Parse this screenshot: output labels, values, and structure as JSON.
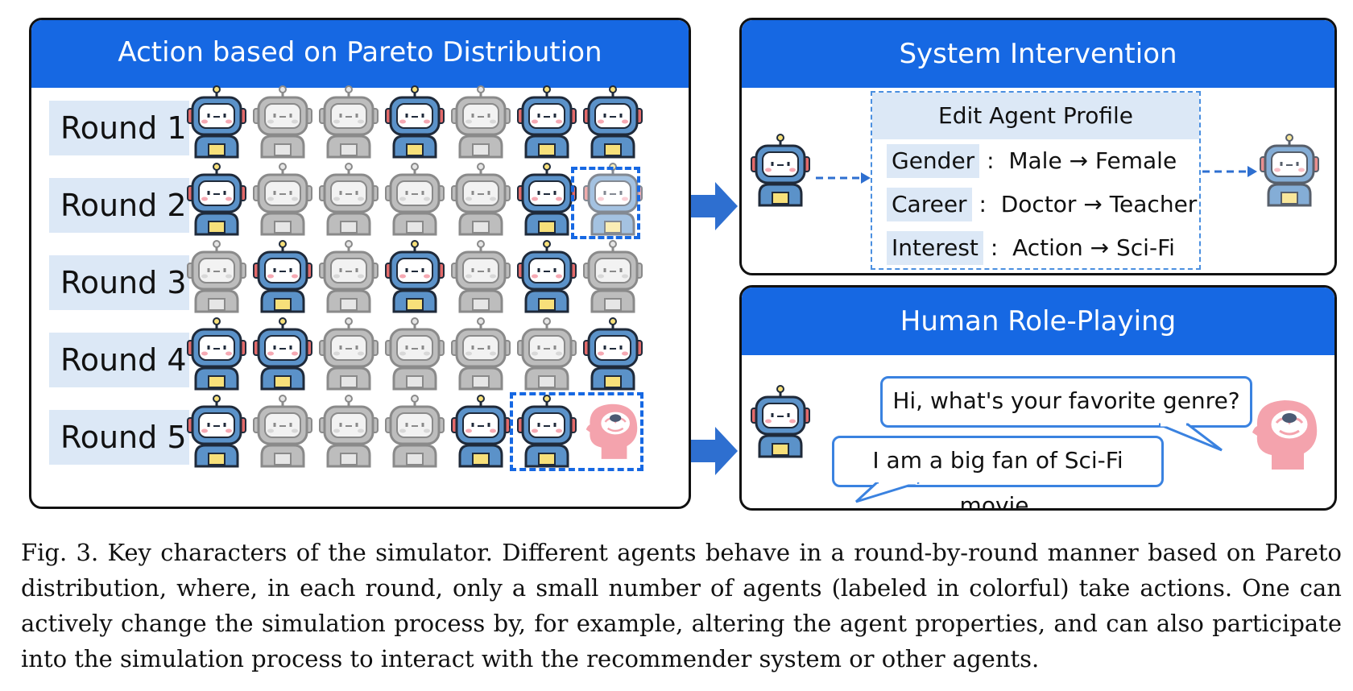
{
  "left_panel": {
    "title": "Action based on Pareto Distribution",
    "rounds": [
      {
        "label": "Round 1",
        "active": [
          1,
          0,
          0,
          1,
          0,
          1,
          1
        ]
      },
      {
        "label": "Round 2",
        "active": [
          1,
          0,
          0,
          0,
          0,
          1,
          0
        ]
      },
      {
        "label": "Round 3",
        "active": [
          0,
          1,
          0,
          1,
          0,
          1,
          0
        ]
      },
      {
        "label": "Round 4",
        "active": [
          1,
          1,
          0,
          0,
          0,
          0,
          1
        ]
      },
      {
        "label": "Round 5",
        "active": [
          1,
          0,
          0,
          0,
          1,
          1,
          0
        ]
      }
    ]
  },
  "system_panel": {
    "title": "System Intervention",
    "profile_title": "Edit Agent Profile",
    "rows": [
      {
        "key": "Gender",
        "sep": ":",
        "value": "Male → Female"
      },
      {
        "key": "Career",
        "sep": ":",
        "value": "Doctor → Teacher"
      },
      {
        "key": "Interest",
        "sep": ":",
        "value": "Action → Sci-Fi"
      }
    ]
  },
  "human_panel": {
    "title": "Human Role-Playing",
    "bubble_1": "Hi, what's your favorite genre?",
    "bubble_2": "I am a big fan of Sci-Fi movie."
  },
  "caption": "Fig. 3.  Key characters of the simulator. Different agents behave in a round-by-round manner based on Pareto distribution, where, in each round, only a small number of agents (labeled in colorful) take actions. One can actively change the simulation process by, for example, altering the agent properties, and can also participate into the simulation process to interact with the recommender system or other agents.",
  "colors": {
    "header_blue": "#1668e3",
    "label_bg": "#dce8f6",
    "robot_active": "#5b92c9",
    "robot_inactive": "#bdbdbd",
    "human_head": "#f4a3ad"
  }
}
